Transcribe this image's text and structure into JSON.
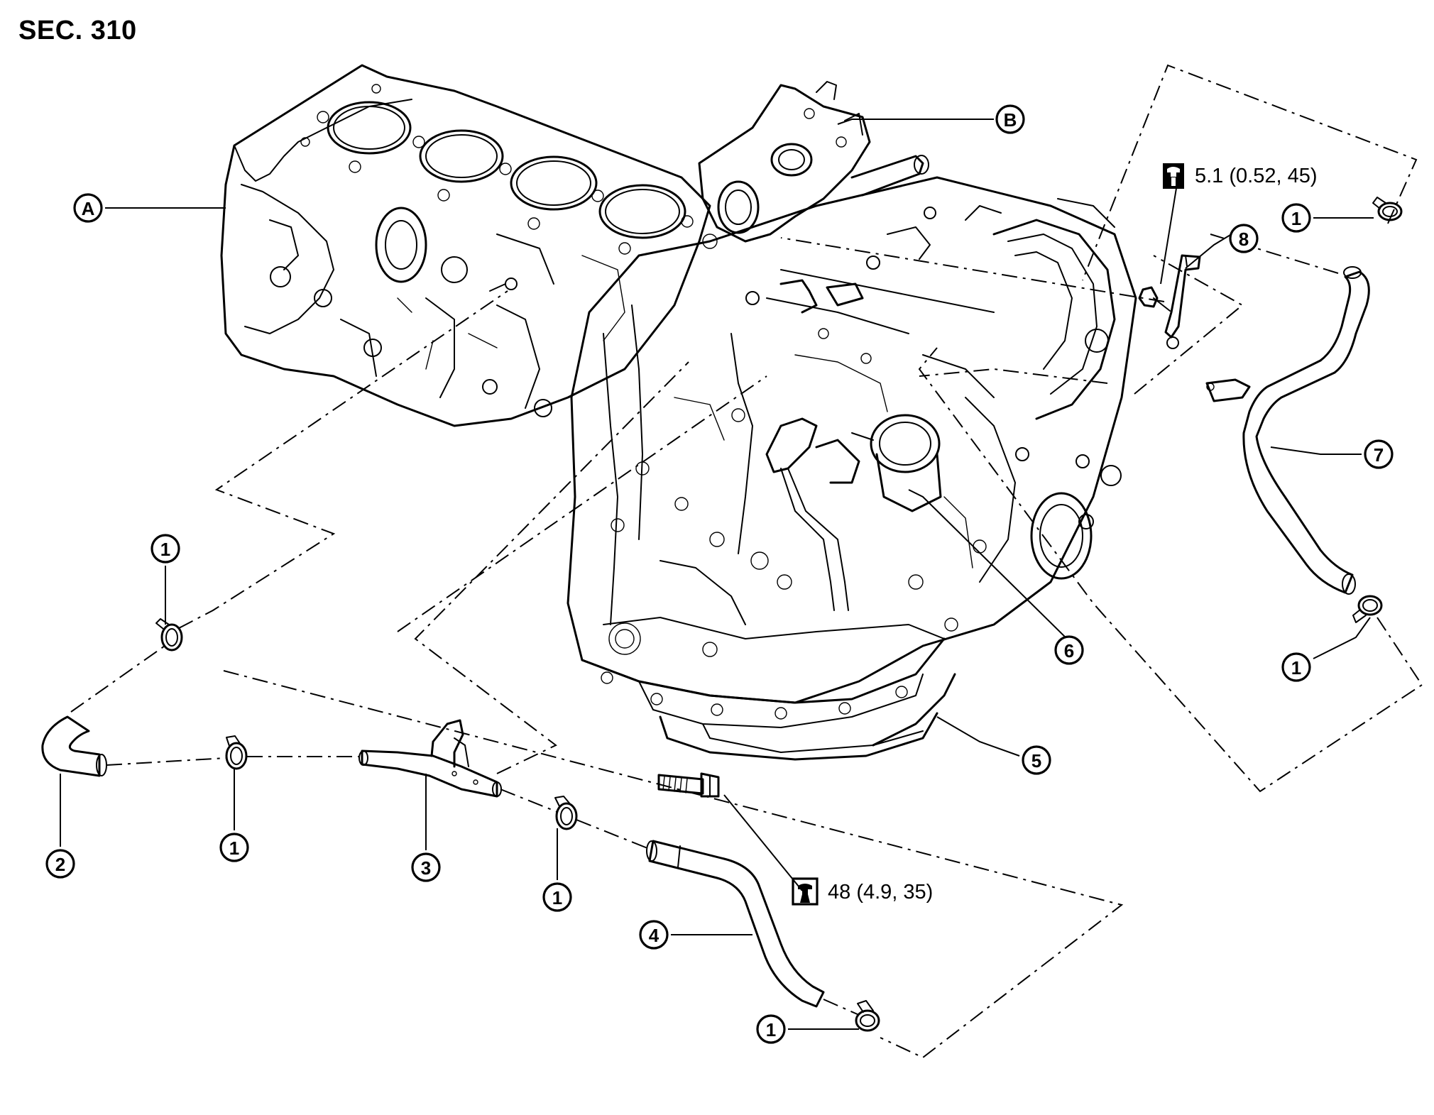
{
  "header": {
    "section": "SEC. 310"
  },
  "callouts": {
    "A": "A",
    "B": "B",
    "n1": "1",
    "n2": "2",
    "n3": "3",
    "n4": "4",
    "n5": "5",
    "n6": "6",
    "n7": "7",
    "n8": "8"
  },
  "torques": {
    "bolt_small": "5.1 (0.52, 45)",
    "bolt_large": "48 (4.9, 35)"
  },
  "icons": {
    "torque_small": "torque-wrench-icon",
    "torque_large": "torque-wrench-icon"
  }
}
